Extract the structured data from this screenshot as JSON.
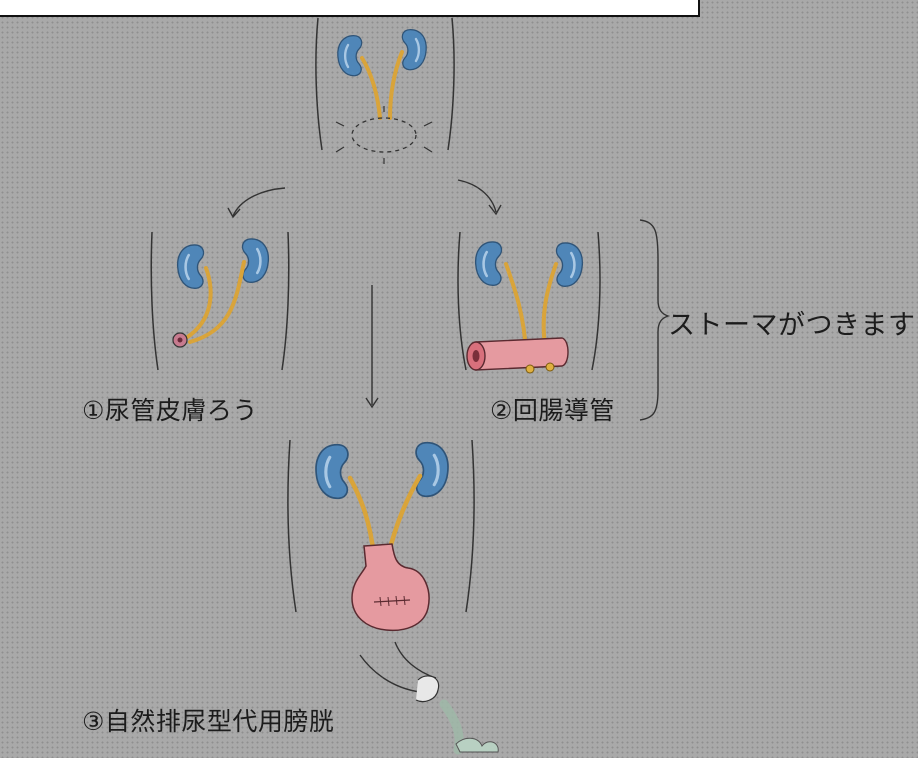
{
  "labels": {
    "option1": "①尿管皮膚ろう",
    "option2": "②回腸導管",
    "option3": "③自然排尿型代用膀胱",
    "stoma_note": "ストーマがつきます"
  },
  "colors": {
    "background": "#a9a9a9",
    "kidney": "#4f86b8",
    "ureter": "#d9a43a",
    "bowel": "#e59aa0",
    "outline": "#333333"
  }
}
